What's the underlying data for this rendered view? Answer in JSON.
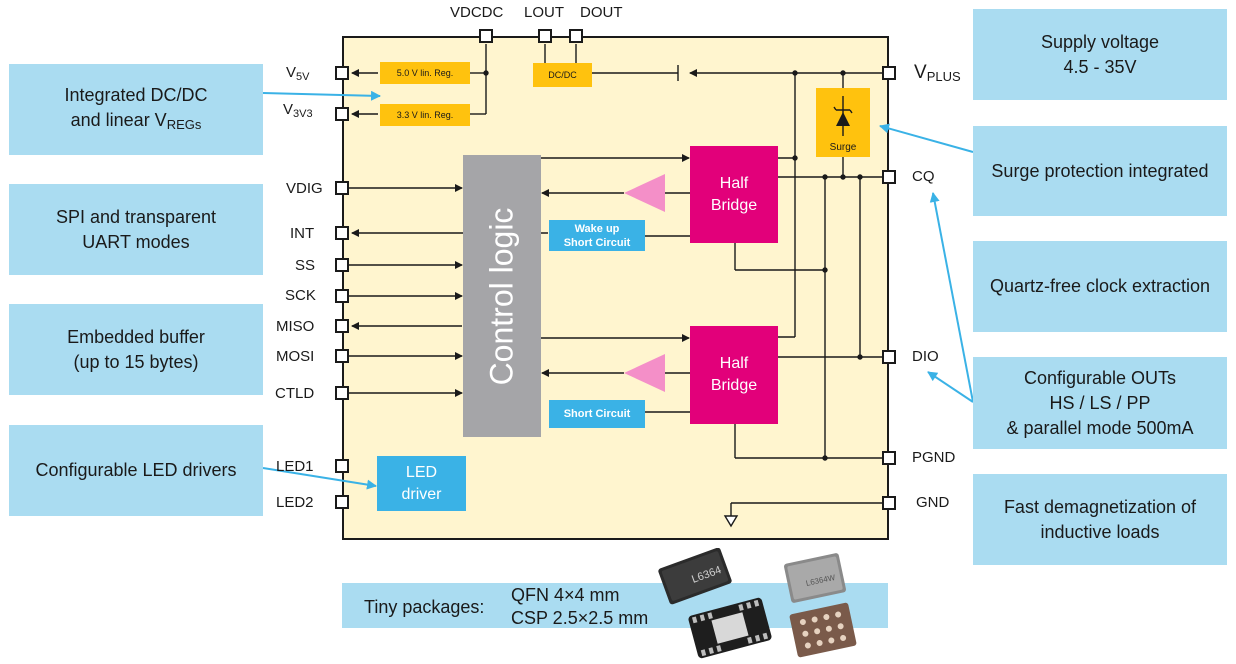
{
  "callouts": {
    "dcdc_line1": "Integrated DC/DC",
    "dcdc_line2_pre": "and linear V",
    "dcdc_line2_sub": "REGs",
    "spi_line1": "SPI and transparent",
    "spi_line2": "UART modes",
    "buffer_line1": "Embedded buffer",
    "buffer_line2": "(up to 15 bytes)",
    "led": "Configurable LED drivers",
    "supply_line1": "Supply voltage",
    "supply_line2": "4.5 - 35V",
    "surge": "Surge protection integrated",
    "quartz": "Quartz-free clock extraction",
    "outs_line1": "Configurable OUTs",
    "outs_line2": "HS / LS / PP",
    "outs_line3": "& parallel mode 500mA",
    "demag_line1": "Fast demagnetization of",
    "demag_line2": "inductive loads"
  },
  "pins": {
    "vdcdc": "VDCDC",
    "lout": "LOUT",
    "dout": "DOUT",
    "v5v_main": "V",
    "v5v_sub": "5V",
    "v3v3_main": "V",
    "v3v3_sub": "3V3",
    "vdig": "VDIG",
    "int": "INT",
    "ss": "SS",
    "sck": "SCK",
    "miso": "MISO",
    "mosi": "MOSI",
    "ctld": "CTLD",
    "led1": "LED1",
    "led2": "LED2",
    "vplus_main": "V",
    "vplus_sub": "PLUS",
    "cq": "CQ",
    "dio": "DIO",
    "pgnd": "PGND",
    "gnd": "GND"
  },
  "blocks": {
    "reg5": "5.0 V lin. Reg.",
    "reg33": "3.3 V lin. Reg.",
    "dcdc": "DC/DC",
    "control_logic": "Control logic",
    "half_bridge_1_l1": "Half",
    "half_bridge_1_l2": "Bridge",
    "half_bridge_2_l1": "Half",
    "half_bridge_2_l2": "Bridge",
    "wakeup_l1": "Wake up",
    "wakeup_l2": "Short Circuit",
    "short_circuit": "Short Circuit",
    "led_driver_l1": "LED",
    "led_driver_l2": "driver",
    "surge": "Surge"
  },
  "packages": {
    "label": "Tiny packages:",
    "qfn": "QFN 4×4 mm",
    "csp": "CSP 2.5×2.5 mm",
    "chip_marking_1": "L6364",
    "chip_marking_2": "L6364W"
  },
  "colors": {
    "callout_bg": "#aadcf1",
    "chip_bg": "#fff5cf",
    "half_bridge": "#e2007a",
    "regulator": "#ffc20e",
    "blue_block": "#3ab2e6",
    "control_logic": "#a5a5a8",
    "comparator": "#f48fc8",
    "arrow_blue": "#3ab2e6"
  }
}
